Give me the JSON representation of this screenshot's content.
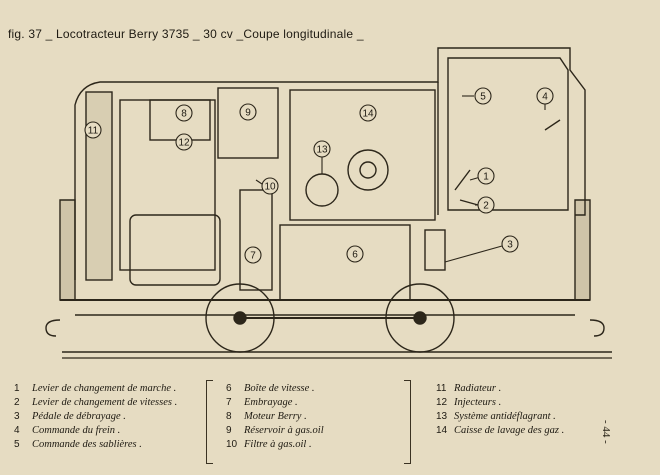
{
  "figure": {
    "title": "fig. 37 _ Locotracteur Berry  3735 _ 30 cv _Coupe longitudinale _"
  },
  "callouts": [
    "1",
    "2",
    "3",
    "4",
    "5",
    "6",
    "7",
    "8",
    "9",
    "10",
    "11",
    "12",
    "13",
    "14"
  ],
  "legend": {
    "col1": [
      {
        "num": "1",
        "label": "Levier de changement de marche ."
      },
      {
        "num": "2",
        "label": "Levier de changement de vitesses ."
      },
      {
        "num": "3",
        "label": "Pédale de débrayage ."
      },
      {
        "num": "4",
        "label": "Commande du frein ."
      },
      {
        "num": "5",
        "label": "Commande des sablières ."
      }
    ],
    "col2": [
      {
        "num": "6",
        "label": "Boîte de vitesse ."
      },
      {
        "num": "7",
        "label": "Embrayage ."
      },
      {
        "num": "8",
        "label": "Moteur Berry ."
      },
      {
        "num": "9",
        "label": "Réservoir à gas.oil"
      },
      {
        "num": "10",
        "label": "Filtre à gas.oil ."
      }
    ],
    "col3": [
      {
        "num": "11",
        "label": "Radiateur ."
      },
      {
        "num": "12",
        "label": "Injecteurs ."
      },
      {
        "num": "13",
        "label": "Système antidéflagrant ."
      },
      {
        "num": "14",
        "label": "Caisse de lavage des gaz ."
      }
    ]
  },
  "page_number": "- 44 -"
}
